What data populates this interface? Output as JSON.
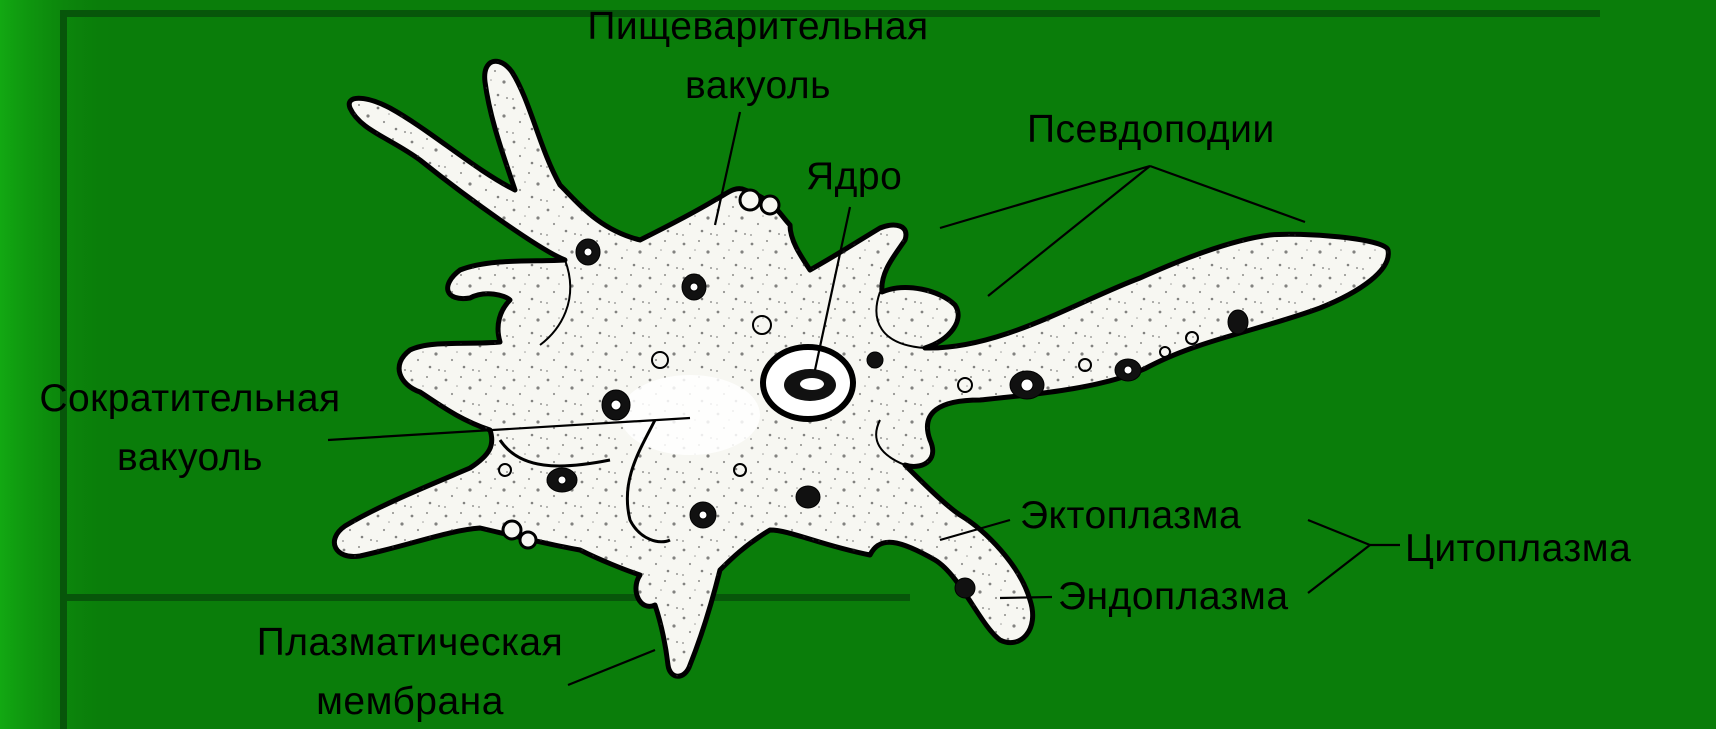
{
  "diagram": {
    "colors": {
      "background": "#0a7d0a",
      "background_left_gradient": "#11a511",
      "frame_line": "#07560a",
      "cell_fill": "#f7f7f2",
      "outline": "#000000",
      "label_text": "#000000"
    },
    "labels": {
      "digestive_vacuole_line1": "Пищеварительная",
      "digestive_vacuole_line2": "вакуоль",
      "pseudopodia": "Псевдоподии",
      "nucleus": "Ядро",
      "contractile_vacuole_line1": "Сократительная",
      "contractile_vacuole_line2": "вакуоль",
      "ectoplasm": "Эктоплазма",
      "endoplasm": "Эндоплазма",
      "cytoplasm": "Цитоплазма",
      "plasma_membrane_line1": "Плазматическая",
      "plasma_membrane_line2": "мембрана"
    }
  }
}
